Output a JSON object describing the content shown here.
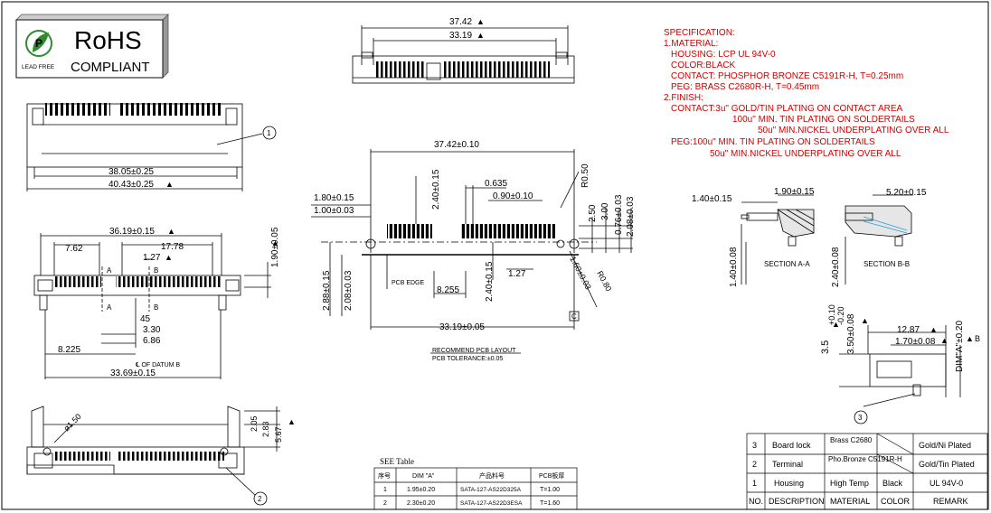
{
  "rohs": {
    "title": "RoHS",
    "compliant": "COMPLIANT",
    "lead_free": "LEAD FREE"
  },
  "specification": {
    "heading": "SPECIFICATION:",
    "lines": [
      "1.MATERIAL:",
      "HOUSING: LCP UL 94V-0",
      "COLOR:BLACK",
      "CONTACT: PHOSPHOR BRONZE C5191R-H, T=0.25mm",
      "PEG: BRASS C2680R-H, T=0.45mm",
      "2.FINISH:",
      "CONTACT:3u\" GOLD/TIN PLATING ON CONTACT AREA",
      "100u\" MIN. TIN PLATING ON SOLDERTAILS",
      "50u\" MIN.NICKEL UNDERPLATING OVER ALL",
      "PEG:100u\" MIN. TIN PLATING ON SOLDERTAILS",
      "50u\" MIN.NICKEL UNDERPLATING OVER ALL"
    ]
  },
  "top_view": {
    "dim_overall": "37.42",
    "dim_pitch_span": "33.19",
    "mark": "▲"
  },
  "front_view": {
    "dim_a": "38.05±0.25",
    "dim_b": "40.43±0.25",
    "callout": "1"
  },
  "side_view": {
    "dims": [
      "36.19±0.15",
      "7.62",
      "17.78",
      "1.27",
      "1.90±0.05",
      "45",
      "3.30",
      "6.86",
      "8.225",
      "33.69±0.15"
    ],
    "labels": [
      "A",
      "B",
      "A",
      "B"
    ],
    "datum_note": "℄ OF DATUM B"
  },
  "bottom_view": {
    "dims": [
      "2.05",
      "2.83",
      "5.67"
    ],
    "hole": "ø1.50",
    "callout": "2"
  },
  "pcb_layout": {
    "dims": [
      "37.42±0.10",
      "2.40±0.15",
      "0.635",
      "0.90±0.10",
      "R0.50",
      "1.80±0.15",
      "1.00±0.03",
      "2.50",
      "3.00",
      "0.76±0.03",
      "2.08±0.03",
      "2.88±0.15",
      "2.08±0.03",
      "2.40±0.15",
      "8.255",
      "1.27",
      "1.60±0.03",
      "R0.80",
      "33.19±0.05"
    ],
    "pcb_edge": "PCB EDGE",
    "datum_c": "C",
    "title": "RECOMMEND PCB LAYOUT",
    "tolerance": "PCB TOLERANCE:±0.05"
  },
  "sections": {
    "a_dims": [
      "1.40±0.15",
      "1.90±0.15",
      "1.40±0.08"
    ],
    "b_dims": [
      "5.20±0.15",
      "2.40±0.08"
    ],
    "a_label": "SECTION A-A",
    "b_label": "SECTION B-B"
  },
  "side_detail": {
    "dims": [
      "3.5",
      "+0.10",
      "-0.20",
      "3.50±0.08",
      "12.87",
      "1.70±0.08",
      "DIM\"A\"±0.20"
    ],
    "datum_b": "B",
    "callout": "3"
  },
  "see_table": {
    "title": "SEE Table",
    "headers": [
      "序号",
      "DIM \"A\"",
      "产品料号",
      "PCB板厚"
    ],
    "rows": [
      [
        "1",
        "1.95±0.20",
        "SATA-127-AS22D325A",
        "T=1.00"
      ],
      [
        "2",
        "2.30±0.20",
        "SATA-127-AS22D3ESA",
        "T=1.60"
      ]
    ]
  },
  "bom": {
    "rows": [
      [
        "3",
        "Board lock",
        "Brass C2680",
        "",
        "Gold/Ni Plated"
      ],
      [
        "2",
        "Terminal",
        "Pho.Bronze C5191R-H",
        "",
        "Gold/Tin Plated"
      ],
      [
        "1",
        "Housing",
        "High Temp",
        "Black",
        "UL 94V-0"
      ]
    ],
    "headers": [
      "NO.",
      "DESCRIPTION",
      "MATERIAL",
      "COLOR",
      "REMARK"
    ]
  },
  "colors": {
    "line": "#000000",
    "spec_text": "#d00000",
    "logo_green": "#2e8b2e"
  }
}
